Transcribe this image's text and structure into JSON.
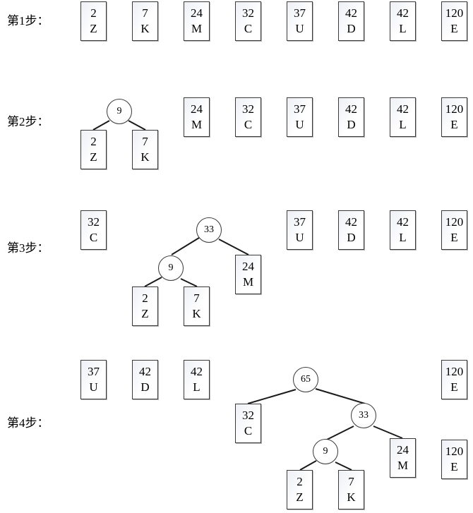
{
  "steps": [
    {
      "label": "第1步："
    },
    {
      "label": "第2步："
    },
    {
      "label": "第3步："
    },
    {
      "label": "第4步："
    }
  ],
  "step1": {
    "leaves": [
      {
        "weight": "2",
        "char": "Z"
      },
      {
        "weight": "7",
        "char": "K"
      },
      {
        "weight": "24",
        "char": "M"
      },
      {
        "weight": "32",
        "char": "C"
      },
      {
        "weight": "37",
        "char": "U"
      },
      {
        "weight": "42",
        "char": "D"
      },
      {
        "weight": "42",
        "char": "L"
      },
      {
        "weight": "120",
        "char": "E"
      }
    ]
  },
  "step2": {
    "root": "9",
    "tree_leaves": [
      {
        "weight": "2",
        "char": "Z"
      },
      {
        "weight": "7",
        "char": "K"
      }
    ],
    "leaves": [
      {
        "weight": "24",
        "char": "M"
      },
      {
        "weight": "32",
        "char": "C"
      },
      {
        "weight": "37",
        "char": "U"
      },
      {
        "weight": "42",
        "char": "D"
      },
      {
        "weight": "42",
        "char": "L"
      },
      {
        "weight": "120",
        "char": "E"
      }
    ]
  },
  "step3": {
    "root": "33",
    "inner": "9",
    "tree_leaves": [
      {
        "weight": "2",
        "char": "Z"
      },
      {
        "weight": "7",
        "char": "K"
      },
      {
        "weight": "24",
        "char": "M"
      }
    ],
    "leaves": [
      {
        "weight": "32",
        "char": "C"
      },
      {
        "weight": "37",
        "char": "U"
      },
      {
        "weight": "42",
        "char": "D"
      },
      {
        "weight": "42",
        "char": "L"
      },
      {
        "weight": "120",
        "char": "E"
      }
    ]
  },
  "step4": {
    "root": "65",
    "inner33": "33",
    "inner9": "9",
    "tree_leaves": [
      {
        "weight": "32",
        "char": "C"
      },
      {
        "weight": "2",
        "char": "Z"
      },
      {
        "weight": "7",
        "char": "K"
      },
      {
        "weight": "24",
        "char": "M"
      }
    ],
    "leaves": [
      {
        "weight": "37",
        "char": "U"
      },
      {
        "weight": "42",
        "char": "D"
      },
      {
        "weight": "42",
        "char": "L"
      },
      {
        "weight": "120",
        "char": "E"
      },
      {
        "weight": "120",
        "char": "E"
      }
    ]
  }
}
